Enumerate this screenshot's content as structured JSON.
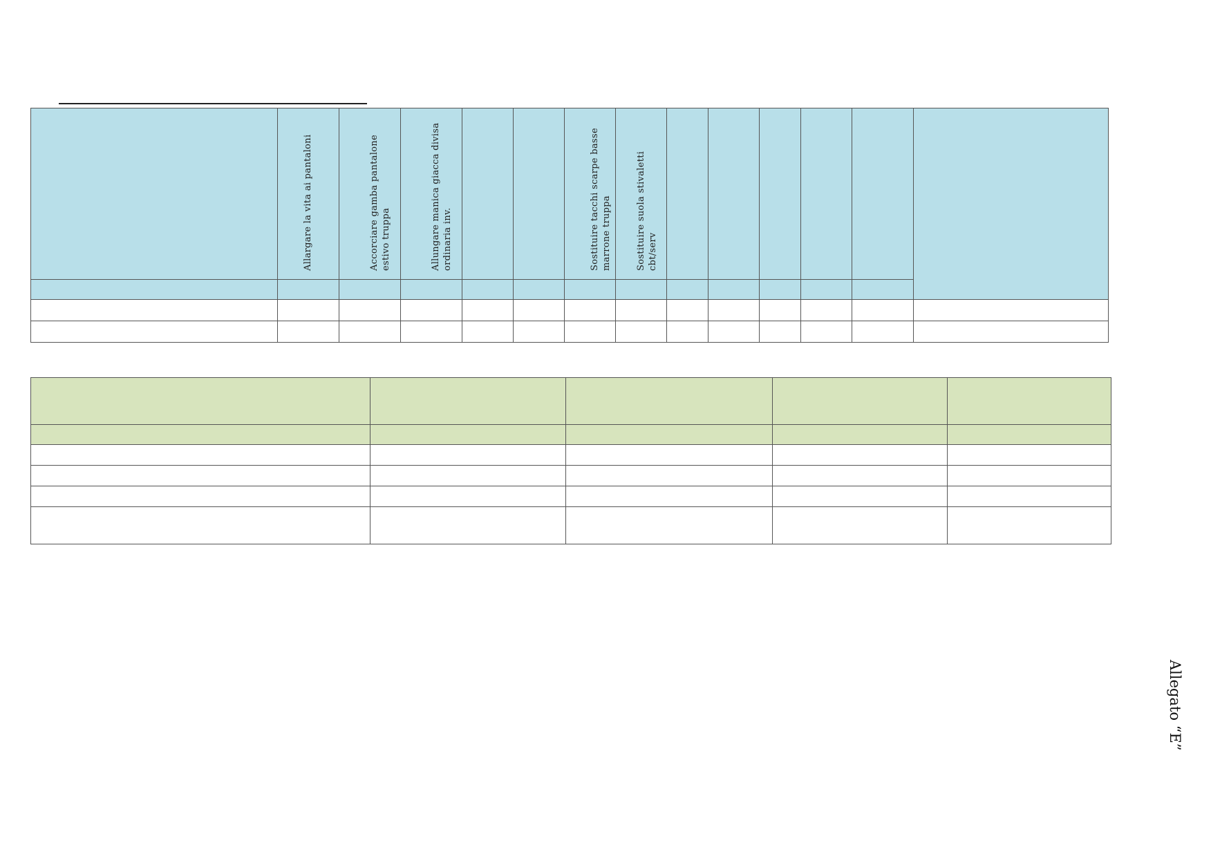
{
  "top_table": {
    "columns": [
      {
        "label": ""
      },
      {
        "label": "Allargare la vita ai pantaloni"
      },
      {
        "label": "Accorciare gamba pantalone estivo truppa"
      },
      {
        "label": "Allungare manica giacca divisa ordinaria inv."
      },
      {
        "label": ""
      },
      {
        "label": ""
      },
      {
        "label": "Sostituire tacchi scarpe basse marrone truppa"
      },
      {
        "label": "Sostituire suola stivaletti cbt/serv"
      },
      {
        "label": ""
      },
      {
        "label": ""
      },
      {
        "label": ""
      },
      {
        "label": ""
      },
      {
        "label": ""
      },
      {
        "label": ""
      }
    ]
  },
  "side_label": "Allegato “E”"
}
